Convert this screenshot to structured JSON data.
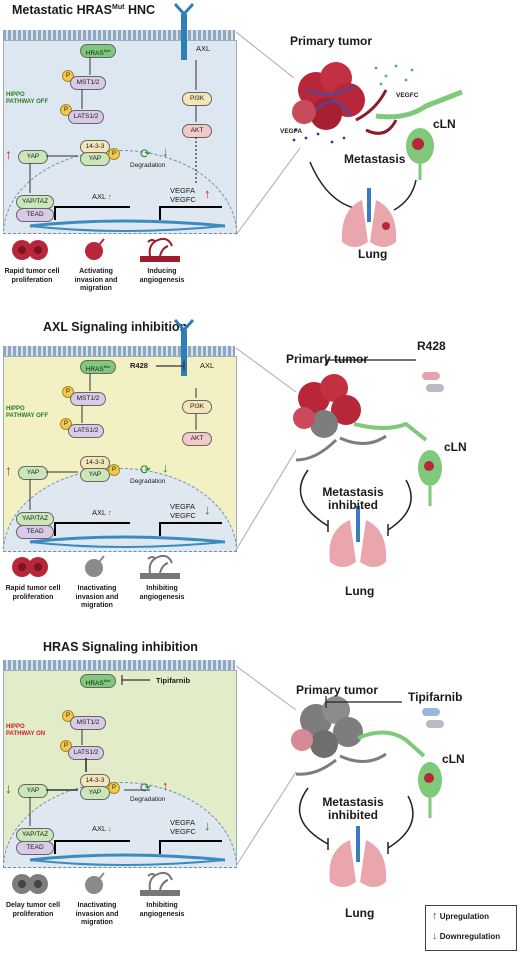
{
  "panels": [
    {
      "title_main": "Metastatic HRAS",
      "title_sup": "Mut",
      "title_end": " HNC",
      "hras": "HRAS",
      "hras_sup": "Mut",
      "hippo_label": "HIPPO PATHWAY OFF",
      "mst": "MST1/2",
      "lats": "LATS1/2",
      "yap": "YAP",
      "yap2": "YAP",
      "p1433": "14-3-3",
      "degradation": "Degradation",
      "yaptaz": "YAP/TAZ",
      "tead": "TEAD",
      "axl_gene": "AXL",
      "vegfa": "VEGFA",
      "vegfc_gene": "VEGFC",
      "axl_receptor": "AXL",
      "pi3k": "PI3K",
      "akt": "AKT",
      "p": "P",
      "cap1": "Rapid tumor cell proliferation",
      "cap2": "Activating invasion and migration",
      "cap3": "Inducing angiogenesis",
      "primary_tumor": "Primary tumor",
      "vegfc_label": "VEGFC",
      "vegfa_label": "VEGFA",
      "cln": "cLN",
      "metastasis": "Metastasis",
      "lung": "Lung"
    },
    {
      "title_main": "AXL Signaling inhibition",
      "hras": "HRAS",
      "hras_sup": "Mut",
      "r428_inline": "R428",
      "hippo_label": "HIPPO PATHWAY OFF",
      "mst": "MST1/2",
      "lats": "LATS1/2",
      "yap": "YAP",
      "yap2": "YAP",
      "p1433": "14-3-3",
      "degradation": "Degradation",
      "yaptaz": "YAP/TAZ",
      "tead": "TEAD",
      "axl_gene": "AXL",
      "vegfa": "VEGFA",
      "vegfc_gene": "VEGFC",
      "axl_receptor": "AXL",
      "pi3k": "PI3K",
      "akt": "AKT",
      "p": "P",
      "cap1": "Rapid tumor cell proliferation",
      "cap2": "Inactivating invasion and migration",
      "cap3": "Inhibiting angiogenesis",
      "primary_tumor": "Primary tumor",
      "drug": "R428",
      "cln": "cLN",
      "metastasis": "Metastasis inhibited",
      "lung": "Lung"
    },
    {
      "title_main": "HRAS Signaling inhibition",
      "hras": "HRAS",
      "hras_sup": "Mut",
      "tipi_inline": "Tipifarnib",
      "hippo_label": "HIPPO PATHWAY ON",
      "mst": "MST1/2",
      "lats": "LATS1/2",
      "yap": "YAP",
      "yap2": "YAP",
      "p1433": "14-3-3",
      "degradation": "Degradation",
      "yaptaz": "YAP/TAZ",
      "tead": "TEAD",
      "axl_gene": "AXL",
      "vegfa": "VEGFA",
      "vegfc_gene": "VEGFC",
      "p": "P",
      "cap1": "Delay tumor cell proliferation",
      "cap2": "Inactivating invasion and migration",
      "cap3": "Inhibiting angiogenesis",
      "primary_tumor": "Primary tumor",
      "drug": "Tipifarnib",
      "cln": "cLN",
      "metastasis": "Metastasis inhibited",
      "lung": "Lung"
    }
  ],
  "legend": {
    "up": "Upregulation",
    "down": "Downregulation"
  },
  "colors": {
    "panel1_bg": "#dde7f1",
    "panel2_bg": "#f3f0c4",
    "panel3_bg": "#e3ecc8",
    "up_arrow": "#d42020",
    "down_arrow": "#1e8a1e",
    "tumor_red": "#b8263a",
    "tumor_gray": "#7d7d7d",
    "lymph_green": "#7fc97a",
    "lung_pink": "#e9a6ad"
  }
}
